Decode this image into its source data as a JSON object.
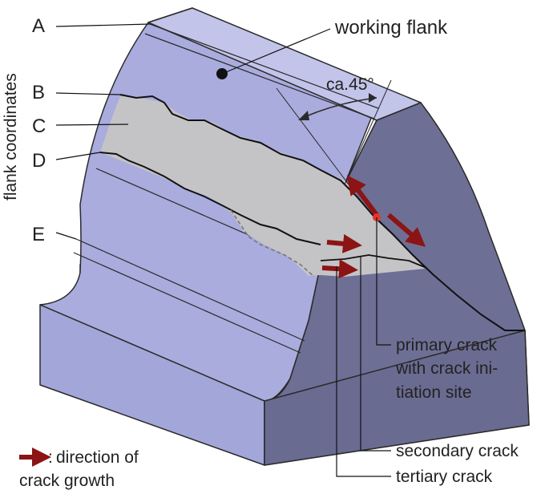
{
  "axis_label": "flank coordinates",
  "coordinates": [
    "A",
    "B",
    "C",
    "D",
    "E"
  ],
  "labels": {
    "working_flank": "working flank",
    "angle": "ca.45°",
    "primary_crack": [
      "primary crack",
      "with crack ini-",
      "tiation site"
    ],
    "secondary_crack": "secondary crack",
    "tertiary_crack": "tertiary crack"
  },
  "legend": [
    "direction of",
    "crack growth"
  ],
  "legend_prefix": ":",
  "colors": {
    "flank_face": "#a9acdd",
    "side_face": "#6e6f95",
    "front_face": "#9c9fd3",
    "fracture_area": "#c4c4c6",
    "arrow": "#8c1414",
    "initiation_site": "#e8352a"
  }
}
